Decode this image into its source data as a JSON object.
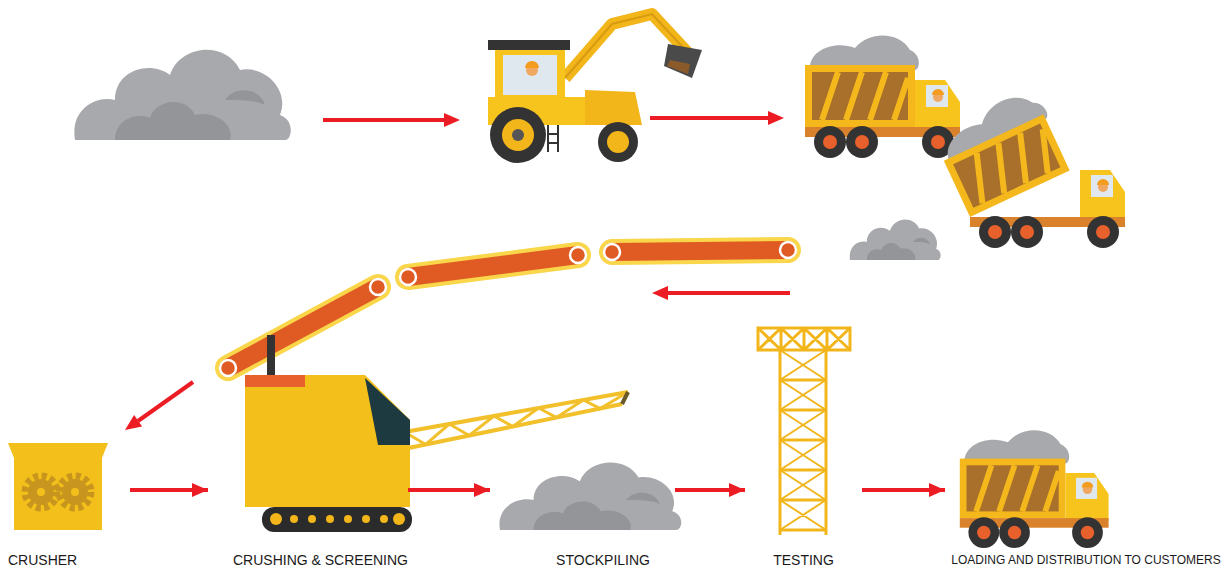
{
  "diagram": {
    "nodes": [
      {
        "text": [
          "CRUSHER"
        ]
      },
      {
        "text": [
          "CRUSHING & SCREENING"
        ]
      },
      {
        "text": [
          "STOCKPILING"
        ]
      },
      {
        "text": [
          "TESTING"
        ]
      },
      {
        "text": [
          "LOADING AND DISTRIBUTION TO CUSTOMERS"
        ]
      }
    ],
    "edges": [
      {
        "from": 0,
        "to": 1,
        "arrow": "to"
      },
      {
        "from": 1,
        "to": 2,
        "arrow": "to"
      },
      {
        "from": 2,
        "to": 3,
        "arrow": "to"
      },
      {
        "from": 3,
        "to": 4,
        "arrow": "to"
      }
    ]
  }
}
